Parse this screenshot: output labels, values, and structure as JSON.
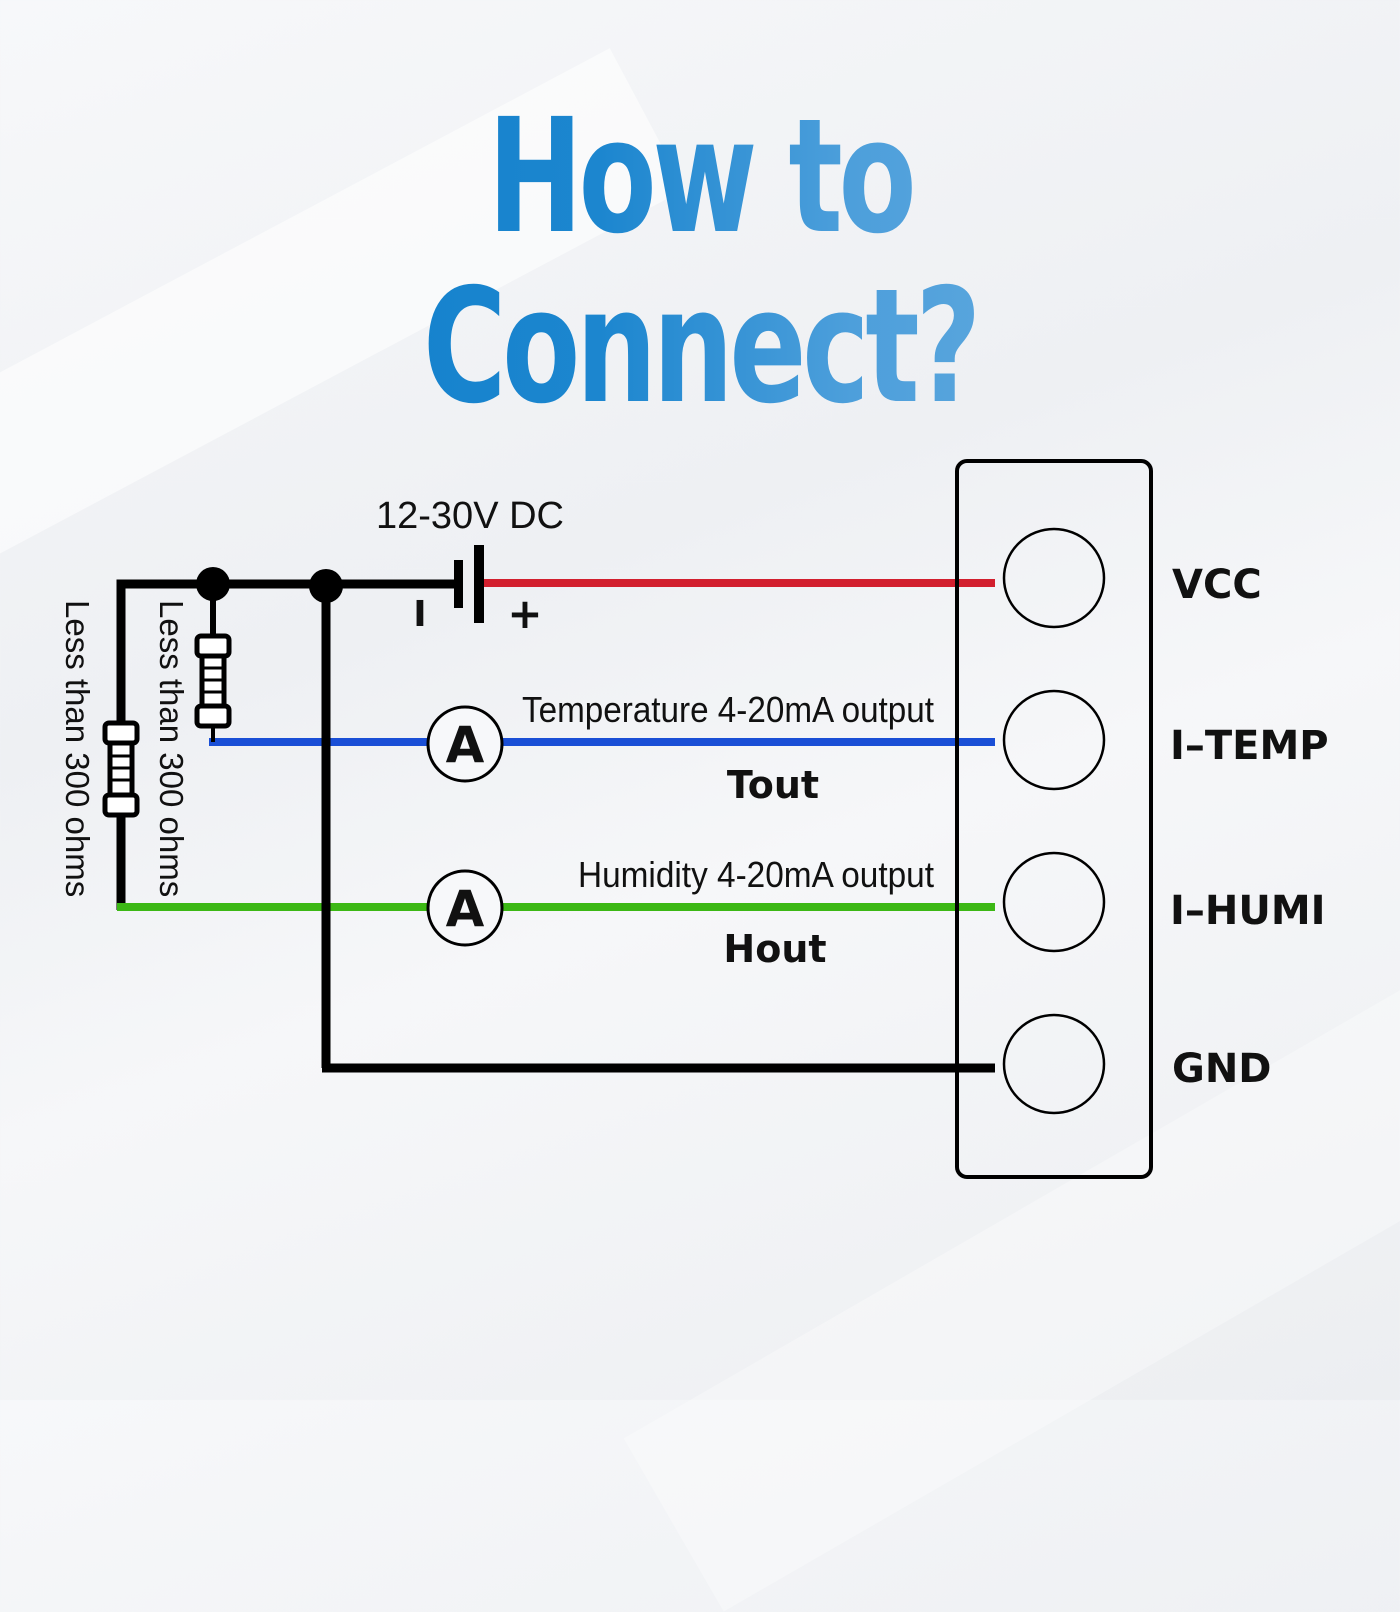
{
  "title": "How to Connect?",
  "power_supply": {
    "label": "12-30V DC",
    "negative_symbol": "I",
    "positive_symbol": "+"
  },
  "resistors": [
    {
      "label": "Less than 300 ohms"
    },
    {
      "label": "Less than 300 ohms"
    }
  ],
  "ammeters": [
    {
      "symbol": "A"
    },
    {
      "symbol": "A"
    }
  ],
  "outputs": {
    "temperature": {
      "description": "Temperature 4-20mA output",
      "name": "Tout"
    },
    "humidity": {
      "description": "Humidity 4-20mA output",
      "name": "Hout"
    }
  },
  "terminals": [
    {
      "label": "VCC",
      "wire_color": "#d21f2e"
    },
    {
      "label": "I–TEMP",
      "wire_color": "#1a4fd6"
    },
    {
      "label": "I–HUMI",
      "wire_color": "#3cb815"
    },
    {
      "label": "GND",
      "wire_color": "#000000"
    }
  ]
}
